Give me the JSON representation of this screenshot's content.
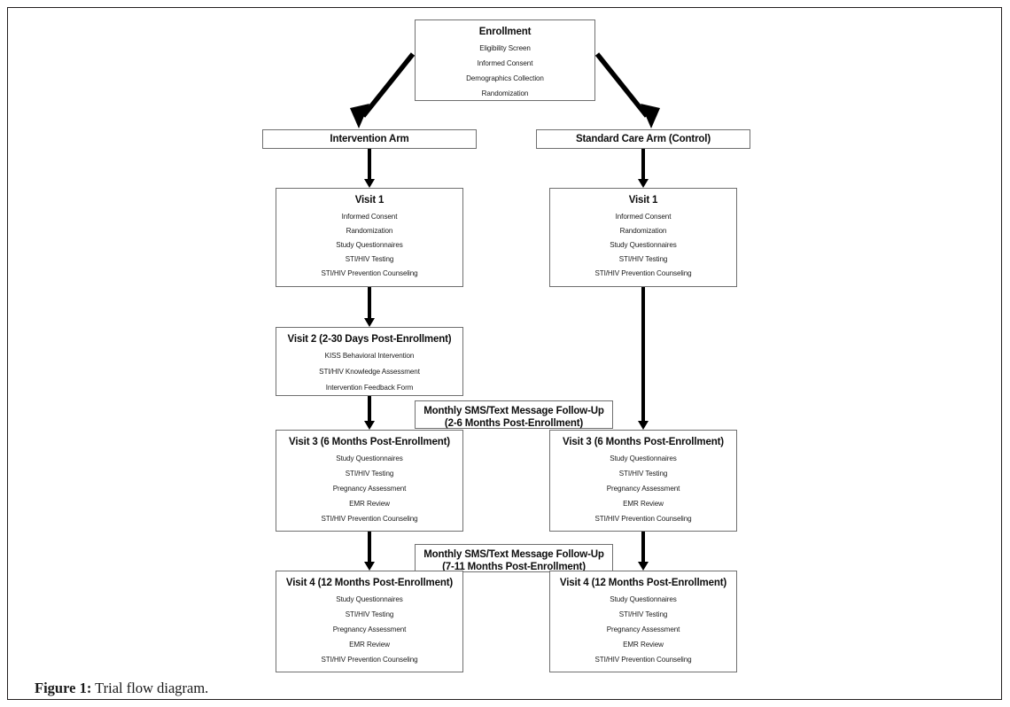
{
  "figure": {
    "label": "Figure 1:",
    "caption": " Trial flow diagram."
  },
  "colors": {
    "box_border": "#6f6f6f",
    "frame_border": "#231f20",
    "arrow": "#000000",
    "text": "#0d0d0d",
    "background": "#ffffff"
  },
  "diagram": {
    "type": "flowchart",
    "title": "Trial flow diagram",
    "enrollment": {
      "title": "Enrollment",
      "items": [
        "Eligibility Screen",
        "Informed Consent",
        "Demographics Collection",
        "Randomization"
      ]
    },
    "arms": [
      {
        "id": "intervention",
        "label": "Intervention Arm"
      },
      {
        "id": "control",
        "label": "Standard Care Arm (Control)"
      }
    ],
    "intervention_arm": {
      "label": "Intervention Arm",
      "visits": [
        {
          "title": "Visit 1",
          "items": [
            "Informed Consent",
            "Randomization",
            "Study Questionnaires",
            "STI/HIV Testing",
            "STI/HIV Prevention Counseling"
          ]
        },
        {
          "title": "Visit 2 (2-30 Days Post-Enrollment)",
          "items": [
            "KISS Behavioral Intervention",
            "STI/HIV Knowledge Assessment",
            "Intervention Feedback Form"
          ]
        },
        {
          "title": "Visit 3 (6 Months Post-Enrollment)",
          "items": [
            "Study Questionnaires",
            "STI/HIV Testing",
            "Pregnancy Assessment",
            "EMR Review",
            "STI/HIV Prevention Counseling"
          ]
        },
        {
          "title": "Visit 4 (12 Months Post-Enrollment)",
          "items": [
            "Study Questionnaires",
            "STI/HIV Testing",
            "Pregnancy Assessment",
            "EMR Review",
            "STI/HIV Prevention Counseling"
          ]
        }
      ]
    },
    "control_arm": {
      "label": "Standard Care Arm (Control)",
      "visits": [
        {
          "title": "Visit 1",
          "items": [
            "Informed Consent",
            "Randomization",
            "Study Questionnaires",
            "STI/HIV Testing",
            "STI/HIV Prevention Counseling"
          ]
        },
        {
          "title": "Visit 3 (6 Months Post-Enrollment)",
          "items": [
            "Study Questionnaires",
            "STI/HIV Testing",
            "Pregnancy Assessment",
            "EMR Review",
            "STI/HIV Prevention Counseling"
          ]
        },
        {
          "title": "Visit 4 (12 Months Post-Enrollment)",
          "items": [
            "Study Questionnaires",
            "STI/HIV Testing",
            "Pregnancy Assessment",
            "EMR Review",
            "STI/HIV Prevention Counseling"
          ]
        }
      ]
    },
    "followups": [
      {
        "line1": "Monthly SMS/Text Message Follow-Up",
        "line2": "(2-6 Months Post-Enrollment)"
      },
      {
        "line1": "Monthly SMS/Text Message Follow-Up",
        "line2": "(7-11 Months Post-Enrollment)"
      }
    ]
  }
}
